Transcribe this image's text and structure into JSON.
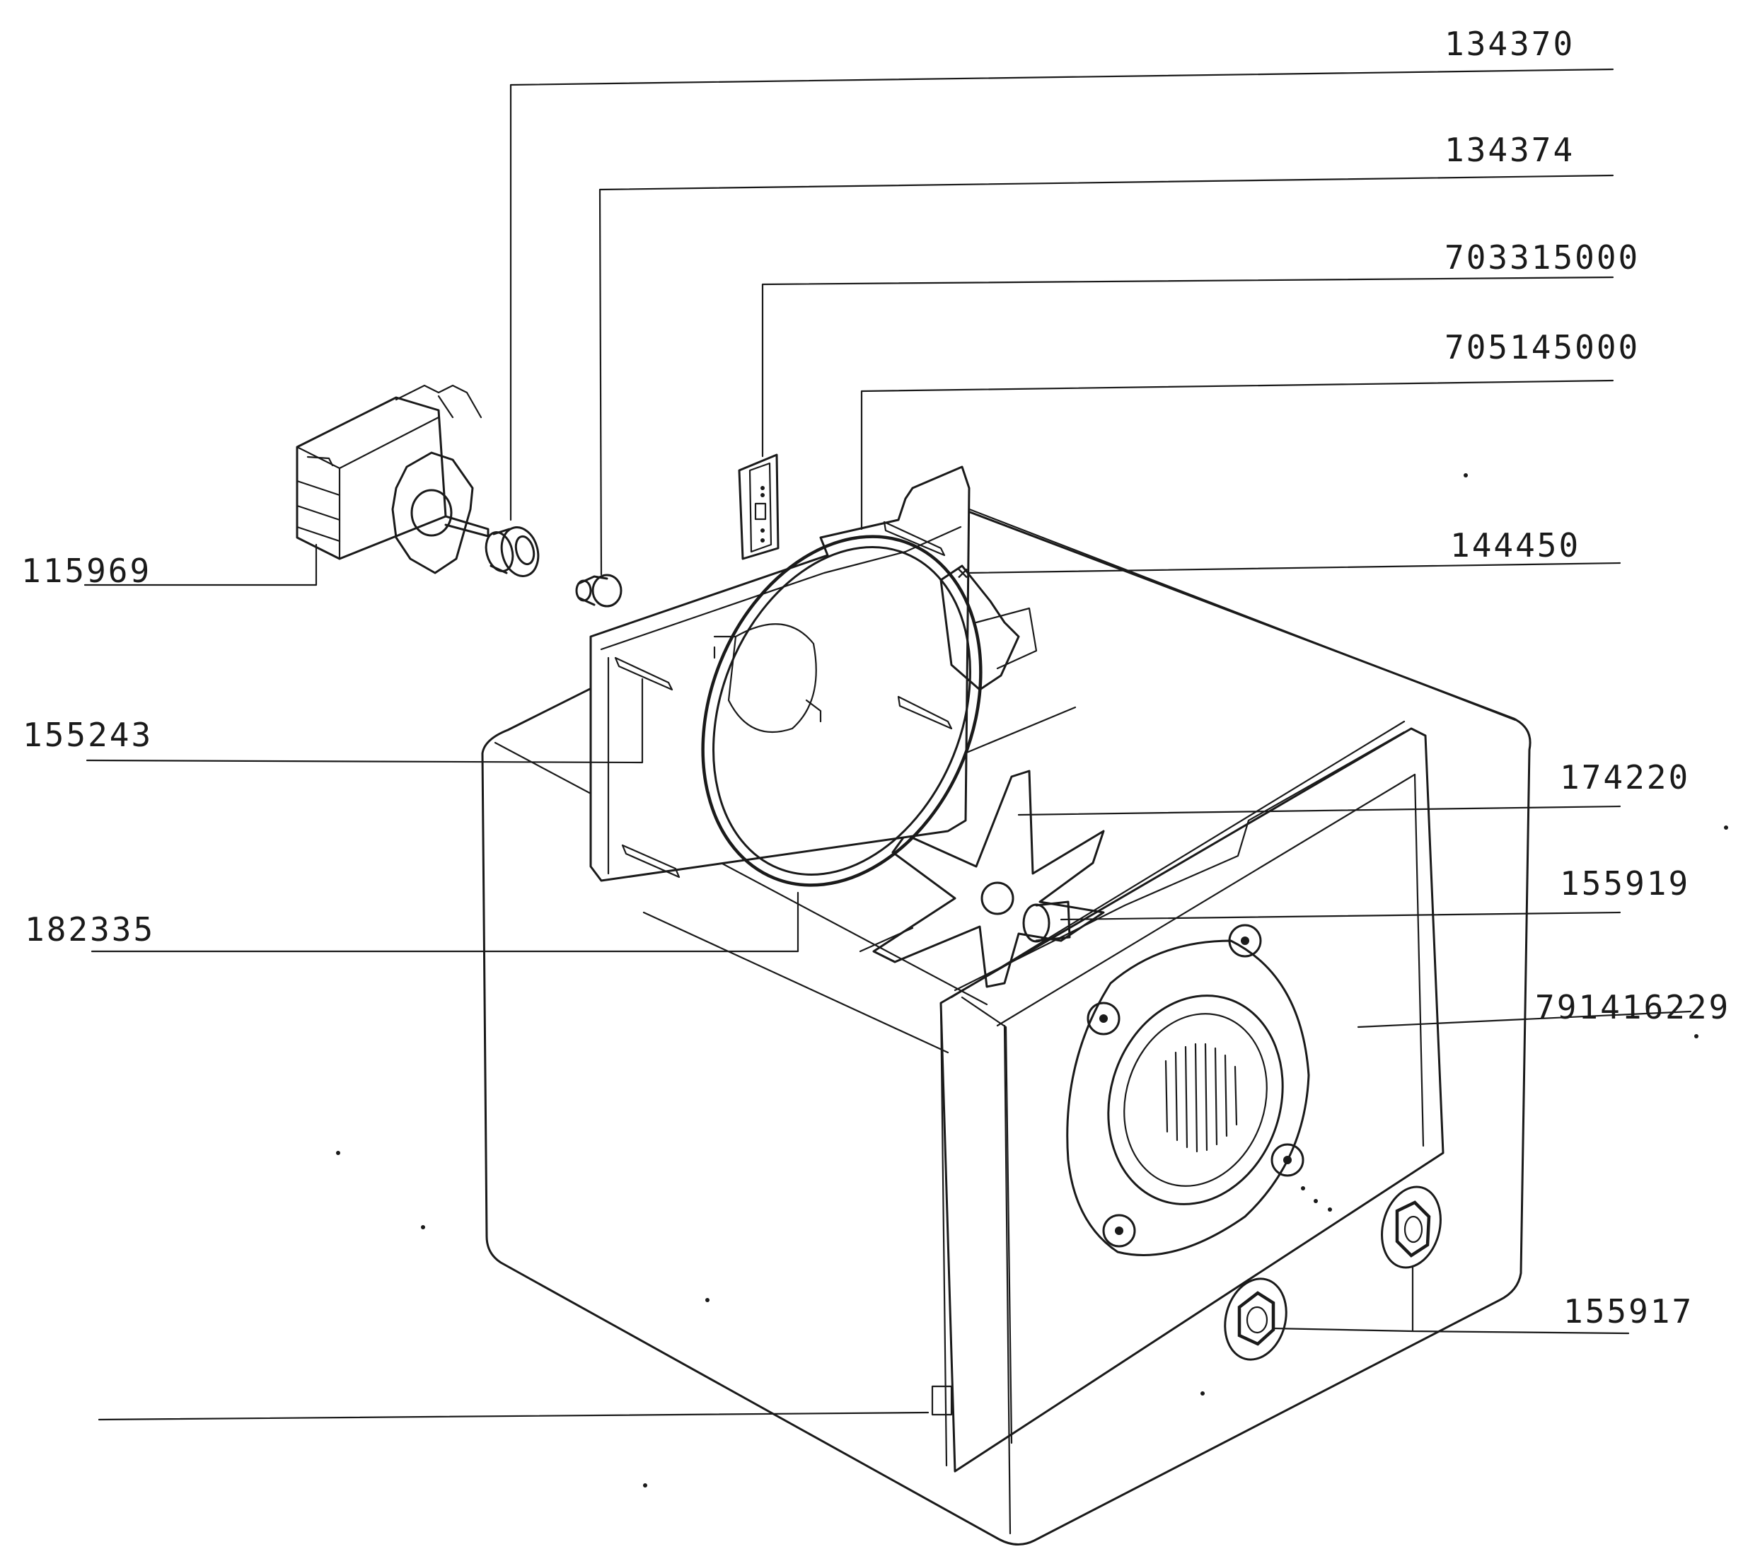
{
  "part_numbers": {
    "p134370": "134370",
    "p134374": "134374",
    "p703315000": "703315000",
    "p705145000": "705145000",
    "p144450": "144450",
    "p115969": "115969",
    "p155243": "155243",
    "p174220": "174220",
    "p155919": "155919",
    "p182335": "182335",
    "p791416229": "791416229",
    "p155917": "155917"
  },
  "colors": {
    "ink": "#1a1a1a",
    "paper": "#ffffff"
  }
}
